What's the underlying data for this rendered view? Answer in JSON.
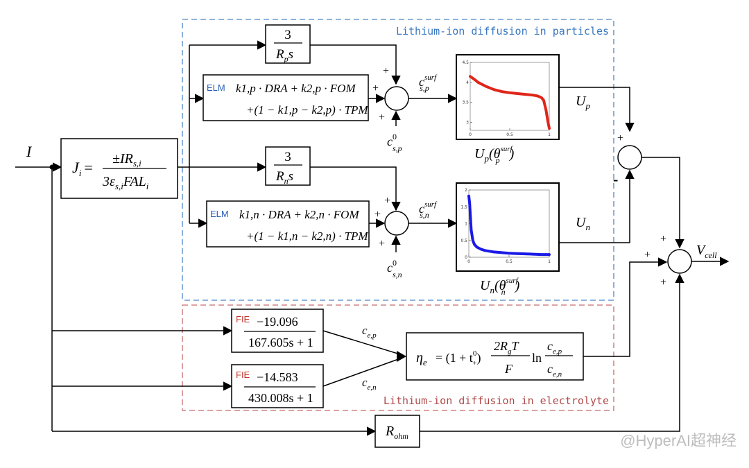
{
  "input_label": "I",
  "regions": {
    "particles_title": "Lithium-ion diffusion in particles",
    "electrolyte_title": "Lithium-ion diffusion in electrolyte"
  },
  "current_block": {
    "lhs": "J",
    "lhs_sub": "i",
    "numerator": "±IR",
    "numerator_sub": "s,i",
    "denominator": "3ε",
    "denominator_sub": "s,i",
    "denominator_tail": "FAL",
    "denominator_tail_sub": "i"
  },
  "integrator_p": {
    "numerator": "3",
    "denominator": "R",
    "denominator_sub": "p",
    "denominator_tail": "s"
  },
  "integrator_n": {
    "numerator": "3",
    "denominator": "R",
    "denominator_sub": "n",
    "denominator_tail": "s"
  },
  "elm_p": {
    "tag": "ELM",
    "line1": "k1,p · DRA + k2,p · FOM",
    "line2": "+(1 − k1,p − k2,p) · TPM"
  },
  "elm_n": {
    "tag": "ELM",
    "line1": "k1,n · DRA + k2,n · FOM",
    "line2": "+(1 − k1,n − k2,n) · TPM"
  },
  "sum_labels": {
    "plus": "+",
    "minus": "-",
    "c0_p": "c",
    "c0_p_sup": "0",
    "c0_p_sub": "s,p",
    "c0_n": "c",
    "c0_n_sup": "0",
    "c0_n_sub": "s,n",
    "csurf_p": "c",
    "csurf_p_sup": "surf",
    "csurf_p_sub": "s,p",
    "csurf_n": "c",
    "csurf_n_sup": "surf",
    "csurf_n_sub": "s,n"
  },
  "ocv_p": {
    "label": "U",
    "label_sub": "p",
    "arg": "(θ",
    "arg_sup": "surf",
    "arg_sub": "p",
    "arg_close": ")",
    "curve_color": "#e0261a"
  },
  "ocv_n": {
    "label": "U",
    "label_sub": "n",
    "arg": "(θ",
    "arg_sup": "surf",
    "arg_sub": "n",
    "arg_close": ")",
    "curve_color": "#1a1ae6"
  },
  "outputs": {
    "up": "U",
    "up_sub": "p",
    "un": "U",
    "un_sub": "n",
    "vcell": "V",
    "vcell_sub": "cell"
  },
  "fie_p": {
    "tag": "FIE",
    "numerator": "−19.096",
    "denominator": "167.605s + 1"
  },
  "fie_n": {
    "tag": "FIE",
    "numerator": "−14.583",
    "denominator": "430.008s + 1"
  },
  "ce_labels": {
    "cep": "c",
    "cep_sub": "e,p",
    "cen": "c",
    "cen_sub": "e,n"
  },
  "eta_block": {
    "lhs": "η",
    "lhs_sub": "e",
    "factor": "= (1 + t",
    "factor_sup": "0",
    "factor_sub": "+",
    "factor_close": ")",
    "num": "2R",
    "num_sub": "g",
    "num_tail": "T",
    "den": "F",
    "ln": "ln",
    "ratio_num": "c",
    "ratio_num_sub": "e,p",
    "ratio_den": "c",
    "ratio_den_sub": "e,n"
  },
  "rohm_block": {
    "label": "R",
    "label_sub": "ohm"
  },
  "watermark": "@HyperAI超神经",
  "colors": {
    "particles_border": "#4a86c8",
    "electrolyte_border": "#c86a6a",
    "elm_tag": "#2a5fb8",
    "fie_tag": "#c0392b"
  },
  "chart_data": [
    {
      "type": "line",
      "title": "",
      "xlim": [
        0,
        1
      ],
      "ylim": [
        2.8,
        4.5
      ],
      "x_ticks": [
        "0",
        "0.5",
        "1"
      ],
      "y_ticks": [
        "3",
        "3.5",
        "4",
        "4.5"
      ],
      "series": [
        {
          "x": [
            0.0,
            0.05,
            0.1,
            0.2,
            0.3,
            0.4,
            0.5,
            0.6,
            0.7,
            0.8,
            0.85,
            0.9,
            0.93,
            0.96,
            0.98,
            1.0
          ],
          "values": [
            4.15,
            4.08,
            4.0,
            3.9,
            3.82,
            3.77,
            3.74,
            3.72,
            3.7,
            3.68,
            3.66,
            3.62,
            3.55,
            3.3,
            3.05,
            2.85
          ]
        }
      ]
    },
    {
      "type": "line",
      "title": "",
      "xlim": [
        0,
        1
      ],
      "ylim": [
        0,
        2
      ],
      "x_ticks": [
        "0",
        "0.5",
        "1"
      ],
      "y_ticks": [
        "0",
        "0.5",
        "1",
        "1.5",
        "2"
      ],
      "series": [
        {
          "x": [
            0.0,
            0.01,
            0.02,
            0.03,
            0.05,
            0.07,
            0.1,
            0.15,
            0.2,
            0.3,
            0.4,
            0.5,
            0.6,
            0.7,
            0.8,
            0.9,
            1.0
          ],
          "values": [
            1.82,
            1.6,
            1.2,
            0.8,
            0.5,
            0.38,
            0.3,
            0.24,
            0.2,
            0.16,
            0.14,
            0.12,
            0.11,
            0.1,
            0.09,
            0.08,
            0.08
          ]
        }
      ]
    }
  ]
}
